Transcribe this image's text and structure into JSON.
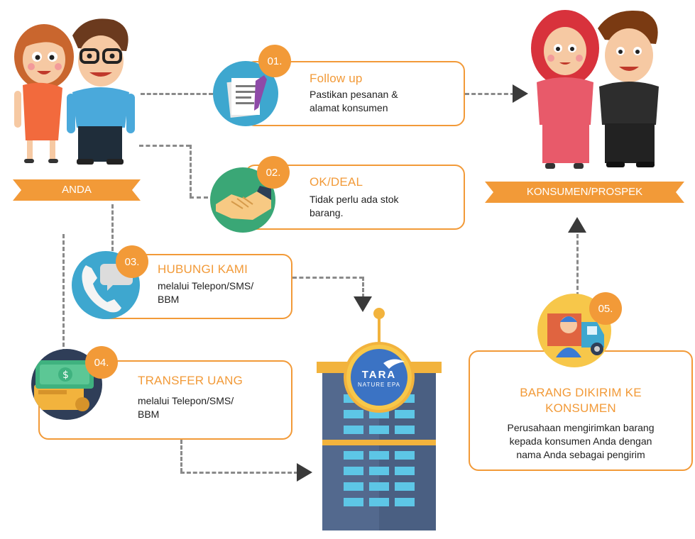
{
  "anda_label": "ANDA",
  "konsumen_label": "KONSUMEN/PROSPEK",
  "steps": [
    {
      "number": "01.",
      "title": "Follow up",
      "desc": [
        "Pastikan pesanan &",
        "alamat konsumen"
      ],
      "icon": "document-signing-icon"
    },
    {
      "number": "02.",
      "title": "OK/DEAL",
      "desc": [
        "Tidak perlu ada stok",
        "barang."
      ],
      "icon": "handshake-icon"
    },
    {
      "number": "03.",
      "title": "HUBUNGI KAMI",
      "desc": [
        "melalui Telepon/SMS/",
        "BBM"
      ],
      "icon": "phone-chat-icon"
    },
    {
      "number": "04.",
      "title": "TRANSFER UANG",
      "desc": [
        "melalui Telepon/SMS/",
        "BBM"
      ],
      "icon": "money-card-icon"
    },
    {
      "number": "05.",
      "title": [
        "BARANG DIKIRIM KE",
        "KONSUMEN"
      ],
      "desc": [
        "Perusahaan mengirimkan barang",
        "kepada konsumen Anda dengan",
        "nama Anda sebagai pengirim"
      ],
      "icon": "delivery-truck-icon"
    }
  ],
  "building": {
    "logo_main": "TARA",
    "logo_sub": "NATURE EPA"
  },
  "colors": {
    "accent": "#f29a38",
    "connector": "#8a8a8a",
    "building": "#4a5f82",
    "icon_bg": "#3ea7cf"
  }
}
